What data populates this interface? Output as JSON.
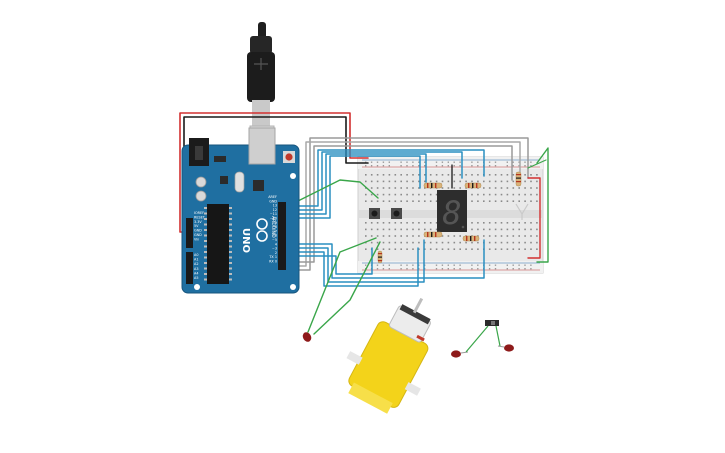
{
  "canvas": {
    "background": "#ffffff"
  },
  "arduino": {
    "brand_text": "ARDUINO",
    "model_text": "UNO",
    "board_color": "#1f6fa1",
    "digital_pins": [
      "AREF",
      "GND",
      "13",
      "12",
      "~11",
      "~10",
      "~9",
      "8",
      "7",
      "~6",
      "~5",
      "4",
      "~3",
      "2",
      "TX 1",
      "RX 0"
    ],
    "power_pins": [
      "IOREF",
      "RESET",
      "3.3V",
      "5V",
      "GND",
      "GND",
      "Vin"
    ],
    "analog_pins": [
      "A0",
      "A1",
      "A2",
      "A3",
      "A4",
      "A5"
    ]
  },
  "seven_segment": {
    "digit": "8",
    "lit_color": "#3b3b3b"
  },
  "wire_colors": {
    "blue": "#2a8fc1",
    "grey": "#9a9a9a",
    "green": "#3aa64a",
    "red": "#d23030",
    "black": "#1a1a1a"
  },
  "motor": {
    "color": "#f3d31a"
  },
  "leds": {
    "color": "#8e1a1a"
  }
}
